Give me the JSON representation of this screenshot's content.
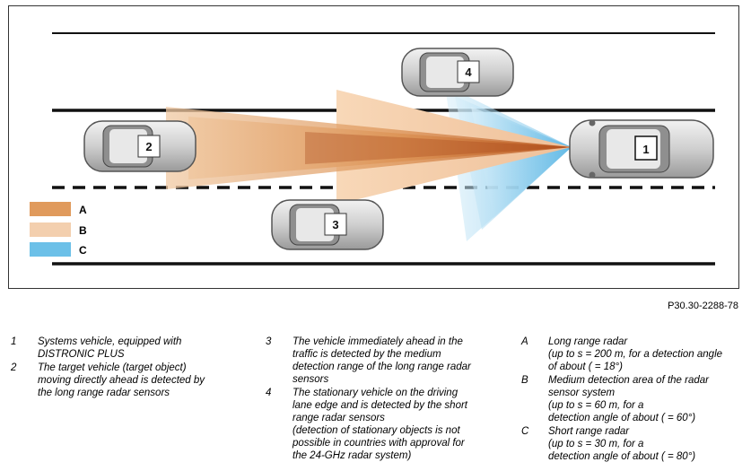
{
  "figure_code": "P30.30-2288-78",
  "colors": {
    "long_range": "#e09a5c",
    "medium_range": "#f3cfae",
    "short_range": "#6cc0e8",
    "road_line": "#111111",
    "car_body": "#d4d4d4"
  },
  "diagram": {
    "vehicles": [
      {
        "id": "1",
        "label": "1",
        "role": "systems-vehicle"
      },
      {
        "id": "2",
        "label": "2",
        "role": "target-vehicle"
      },
      {
        "id": "3",
        "label": "3",
        "role": "vehicle-ahead-adjacent"
      },
      {
        "id": "4",
        "label": "4",
        "role": "stationary-vehicle"
      }
    ],
    "legend": [
      {
        "key": "A",
        "color_ref": "long_range"
      },
      {
        "key": "B",
        "color_ref": "medium_range"
      },
      {
        "key": "C",
        "color_ref": "short_range"
      }
    ]
  },
  "captions": {
    "col1": [
      {
        "num": "1",
        "text": "Systems vehicle, equipped with\nDISTRONIC PLUS"
      },
      {
        "num": "2",
        "text": "The target vehicle (target object)\nmoving directly ahead is detected by\nthe long range radar sensors"
      }
    ],
    "col2": [
      {
        "num": "3",
        "text": "The vehicle immediately ahead in the\ntraffic is detected by the medium\ndetection range of the long range radar\nsensors"
      },
      {
        "num": "4",
        "text": "The stationary vehicle on the driving\nlane edge and is detected by the short\nrange radar sensors\n(detection of stationary objects is not\npossible in countries with approval for\nthe 24-GHz radar system)"
      }
    ],
    "col3": [
      {
        "num": "A",
        "text": "Long range radar\n(up to s = 200 m, for a detection angle\nof about   ( = 18°)"
      },
      {
        "num": "B",
        "text": "Medium detection area of the radar\nsensor system\n(up to s = 60 m, for a\ndetection angle of about    ( = 60°)"
      },
      {
        "num": "C",
        "text": "Short range radar\n(up to s = 30 m, for a\ndetection angle of about    ( = 80°)"
      }
    ]
  }
}
